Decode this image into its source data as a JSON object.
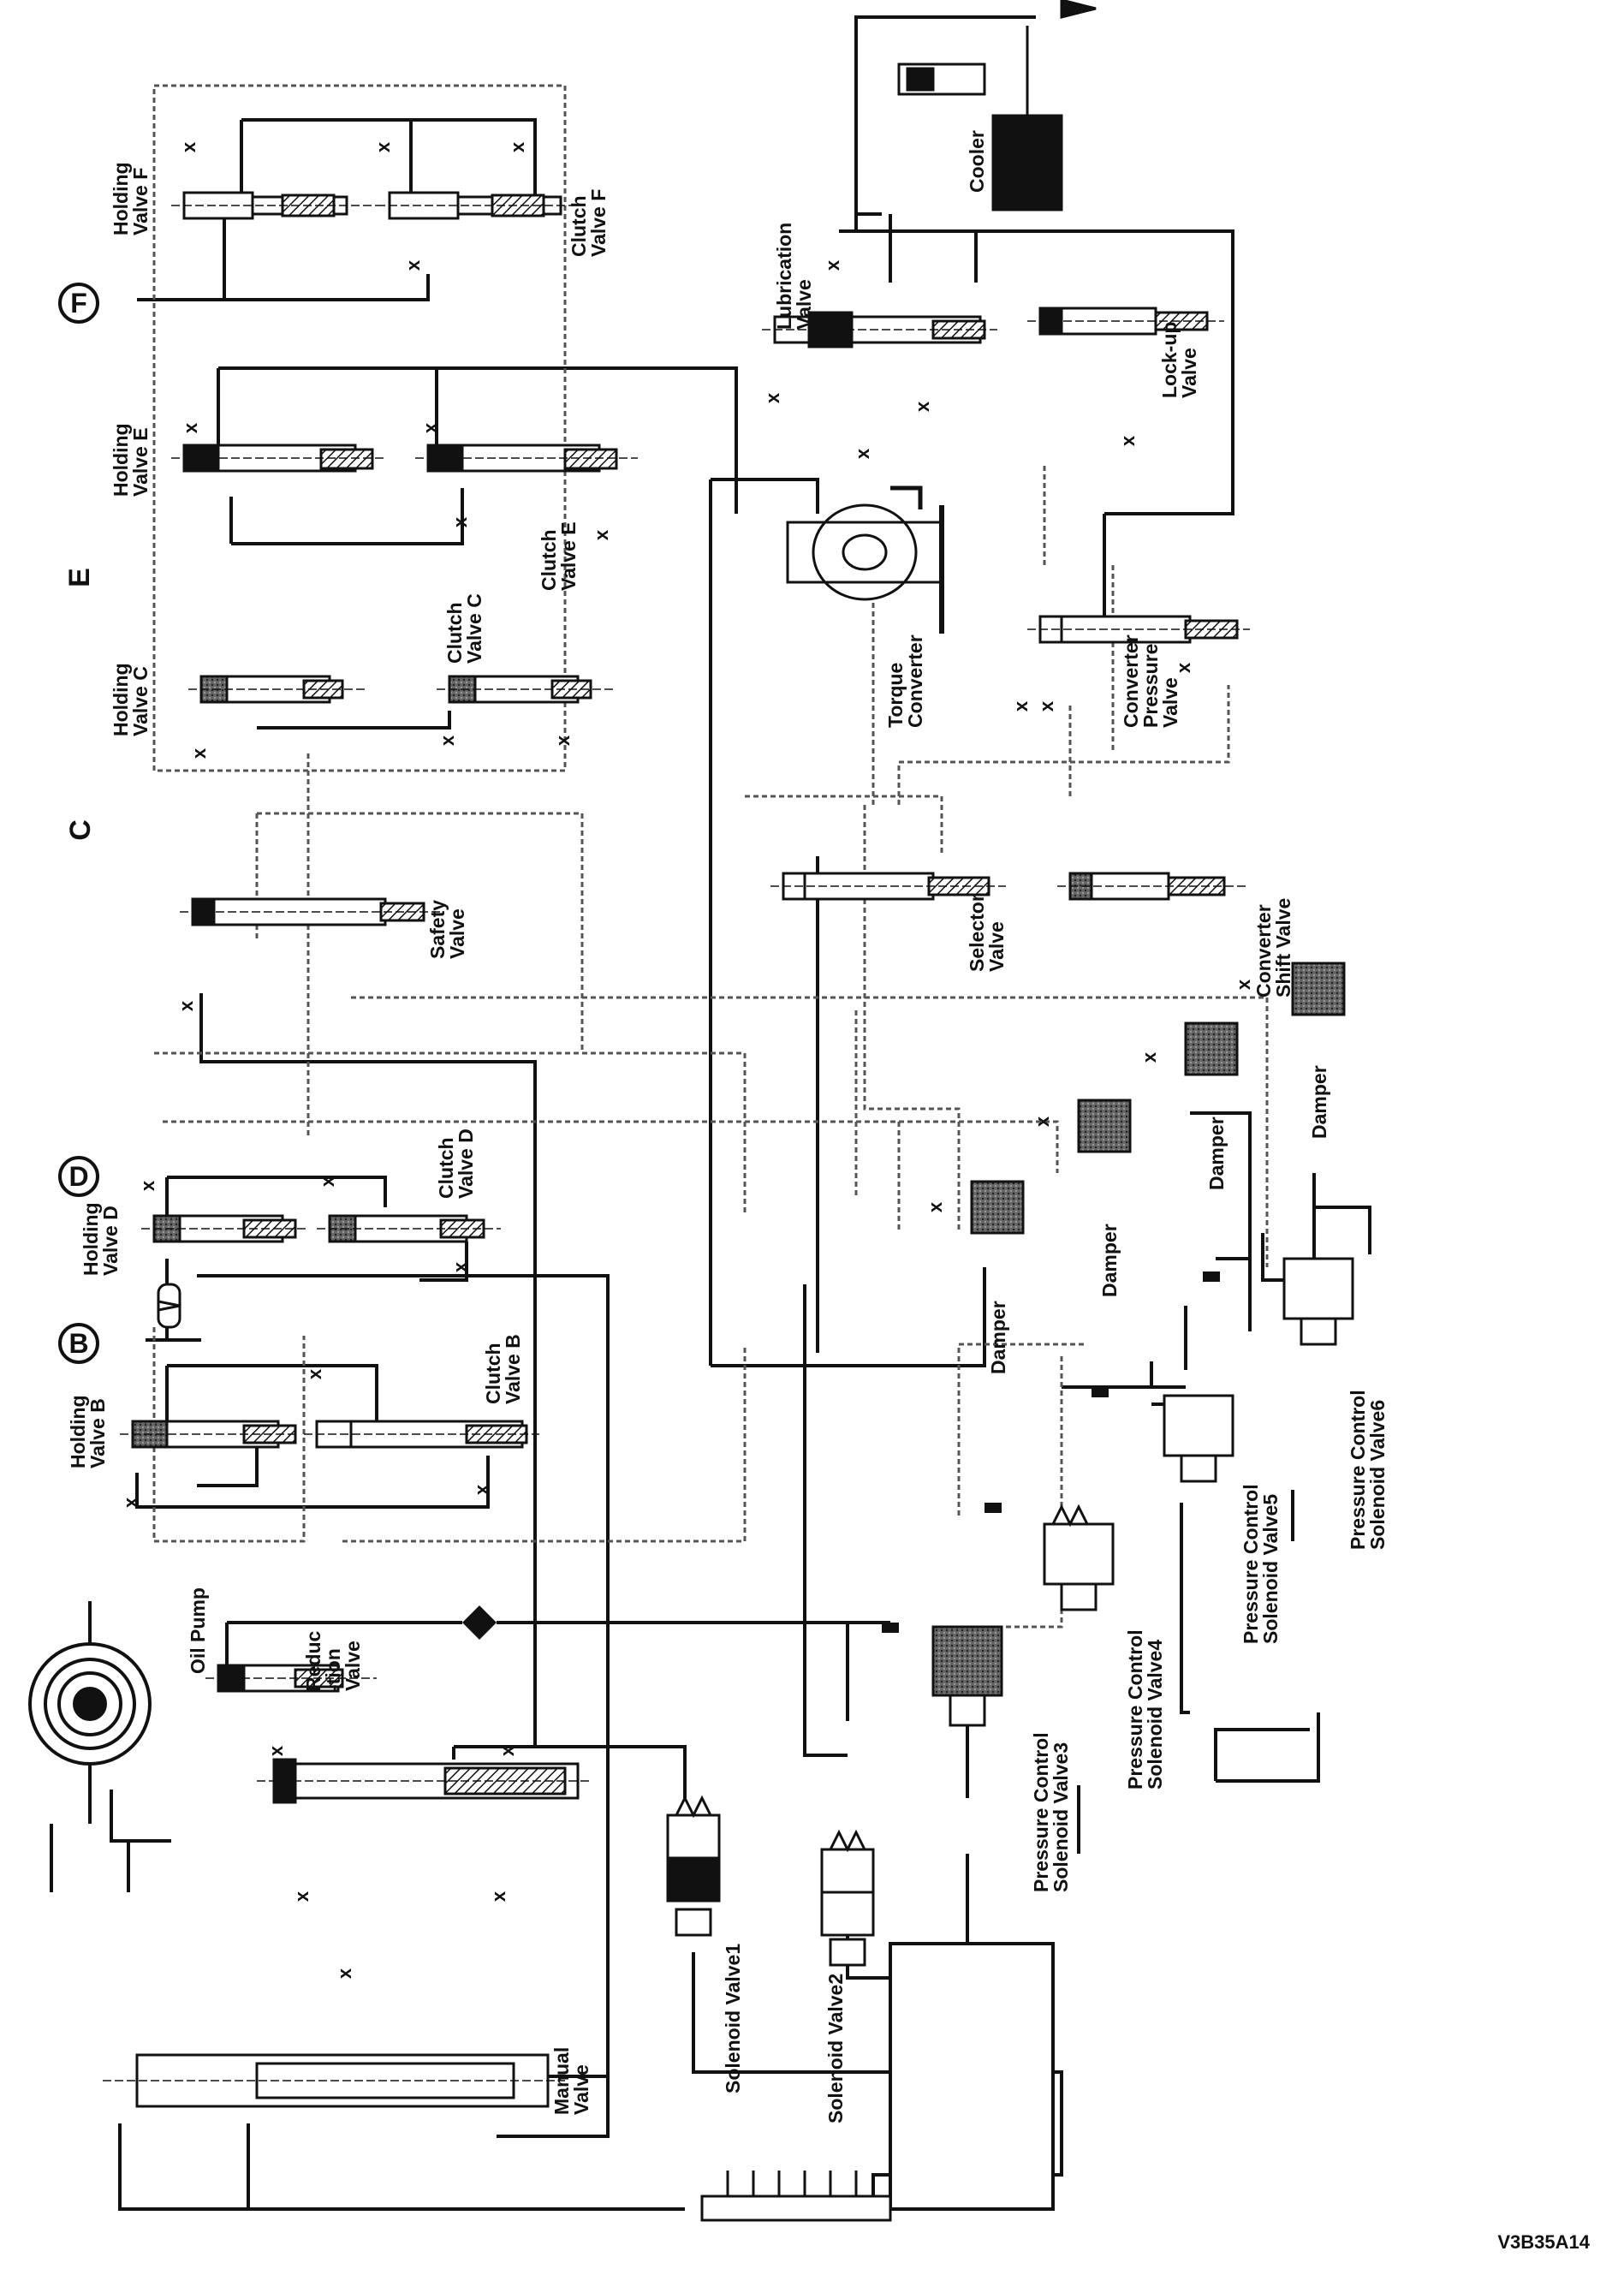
{
  "labels": {
    "holding_f": "Holding\nValve F",
    "clutch_f": "Clutch\nValve F",
    "holding_e": "Holding\nValve E",
    "clutch_e": "Clutch\nValve E",
    "holding_c": "Holding\nValve C",
    "clutch_c": "Clutch\nValve C",
    "safety": "Safety\nValve",
    "holding_d": "Holding\nValve D",
    "clutch_d": "Clutch\nValve D",
    "holding_b": "Holding\nValve B",
    "clutch_b": "Clutch\nValve B",
    "oil_pump": "Oil Pump",
    "reduction": "Reduc\n-tion\nValve",
    "manual": "Manual\nValve",
    "sv1": "Solenoid Valve1",
    "sv2": "Solenoid Valve2",
    "pcsv3": "Pressure Control\nSolenoid Valve3",
    "pcsv4": "Pressure Control\nSolenoid Valve4",
    "pcsv5": "Pressure Control\nSolenoid Valve5",
    "pcsv6": "Pressure Control\nSolenoid Valve6",
    "damper": "Damper",
    "selector": "Selector\nValve",
    "converter_shift": "Converter\nShift Valve",
    "converter_pressure": "Converter\nPressure\nValve",
    "torque_converter": "Torque\nConverter",
    "lockup": "Lock-up\nValve",
    "lubrication": "Lubrication\nValve",
    "cooler": "Cooler"
  },
  "ports": {
    "f": "F",
    "e": "E",
    "c": "C",
    "d": "D",
    "b": "B"
  },
  "exhaust_mark": "x",
  "figure_code": "V3B35A14"
}
